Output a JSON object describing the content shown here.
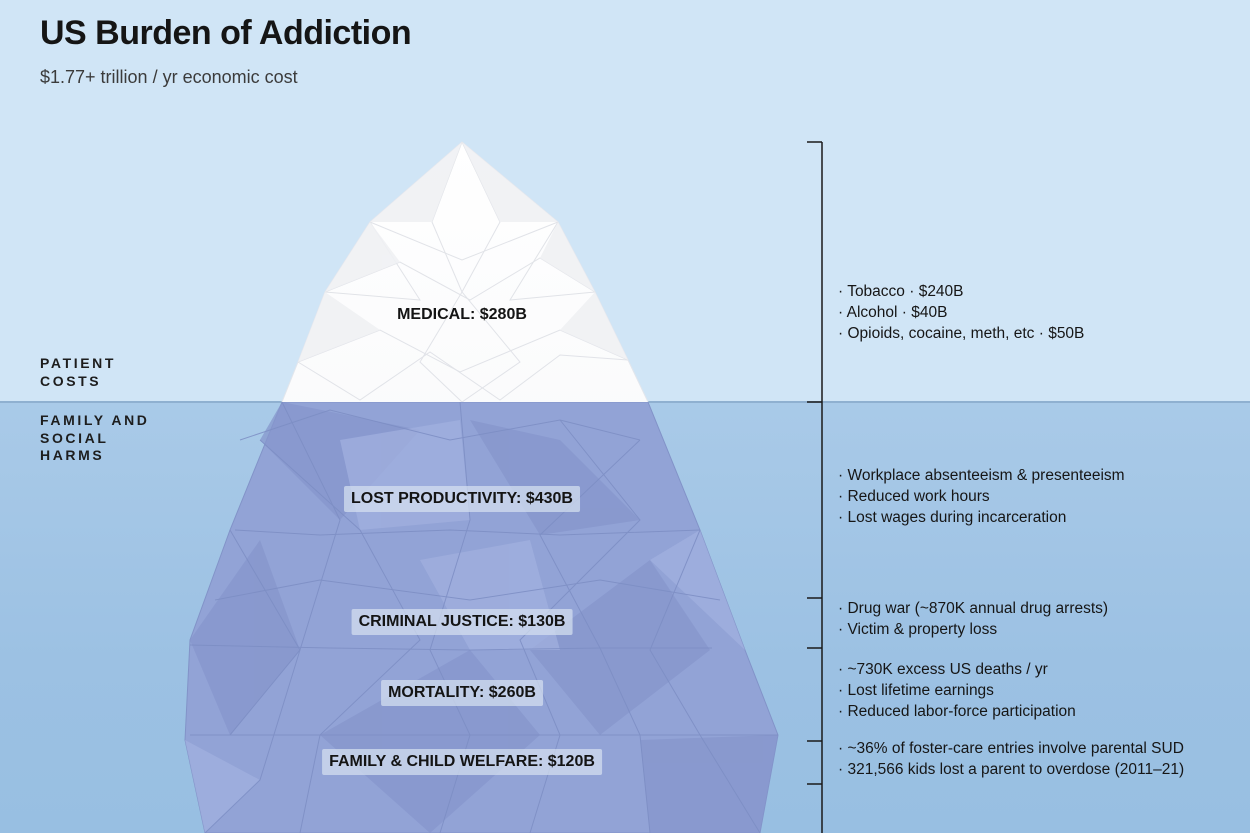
{
  "title": "US Burden of Addiction",
  "subtitle": "$1.77+ trillion / yr economic cost",
  "zones": {
    "above": "PATIENT\nCOSTS",
    "below": "FAMILY AND\nSOCIAL\nHARMS"
  },
  "tiers": [
    {
      "label": "MEDICAL: $280B",
      "notes": [
        "· Tobacco · $240B",
        "· Alcohol · $40B",
        "· Opioids, cocaine, meth, etc · $50B"
      ]
    },
    {
      "label": "LOST PRODUCTIVITY: $430B",
      "notes": [
        "· Workplace absenteeism & presenteeism",
        "· Reduced work hours",
        "· Lost wages during incarceration"
      ]
    },
    {
      "label": "CRIMINAL JUSTICE: $130B",
      "notes": [
        "· Drug war (~870K annual drug arrests)",
        "· Victim & property loss"
      ]
    },
    {
      "label": "MORTALITY: $260B",
      "notes": [
        "· ~730K excess US deaths / yr",
        "· Lost lifetime earnings",
        "· Reduced labor-force participation"
      ]
    },
    {
      "label": "FAMILY & CHILD WELFARE: $120B",
      "notes": [
        "· ~36% of foster-care entries involve parental SUD",
        "· 321,566 kids lost a parent to overdose (2011–21)"
      ]
    }
  ],
  "colors": {
    "sky": "#d0e5f6",
    "sea": "#a9cae8",
    "ice_above": "#ffffff",
    "ice_below": "#8f9fd4"
  }
}
